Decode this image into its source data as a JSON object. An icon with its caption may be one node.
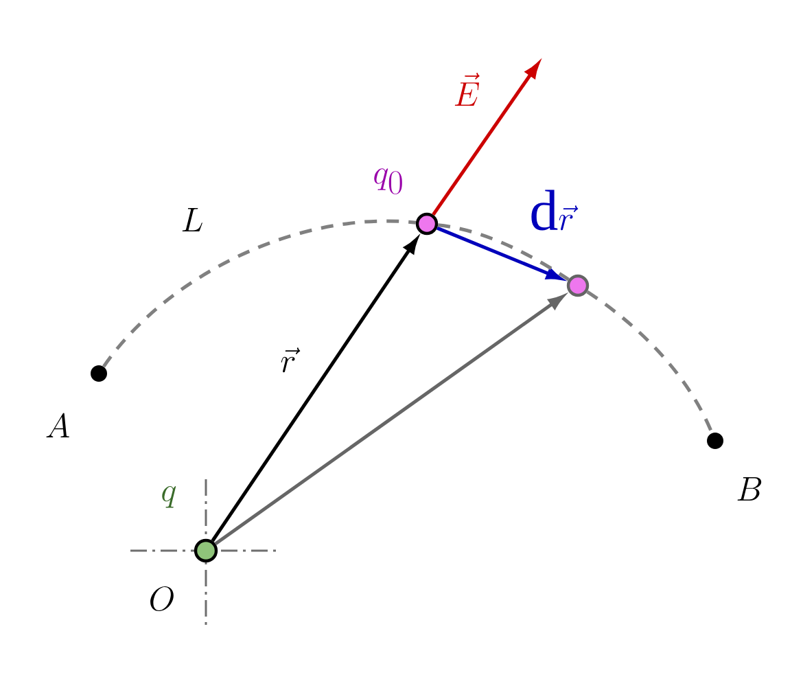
{
  "diagram": {
    "nodes": [
      {
        "text": [
          "q",
          "O"
        ]
      },
      {
        "text": [
          "q_0"
        ]
      },
      {
        "text": [],
        "shape": "circle"
      },
      {
        "text": [
          "A"
        ]
      },
      {
        "text": [
          "B"
        ]
      }
    ],
    "edges": [
      {
        "from": 0,
        "to": 1,
        "arrow": "to",
        "color": "#000000",
        "label": "\\vec{r}"
      },
      {
        "from": 0,
        "to": 2,
        "arrow": "to",
        "color": "#666666"
      },
      {
        "from": 1,
        "to": 2,
        "arrow": "to",
        "color": "#0000bb",
        "label": "\\mathrm{d}\\vec{r}"
      },
      {
        "from": 1,
        "to": null,
        "arrow": "to",
        "color": "#cc0000",
        "label": "\\vec{E}"
      },
      {
        "from": 3,
        "to": 1,
        "arrow": "none",
        "style": "dashed",
        "color": "#808080",
        "label": "L"
      },
      {
        "from": 1,
        "to": 2,
        "arrow": "none",
        "style": "dashed",
        "color": "#808080"
      },
      {
        "from": 2,
        "to": 4,
        "arrow": "none",
        "style": "dashed",
        "color": "#808080"
      }
    ]
  }
}
